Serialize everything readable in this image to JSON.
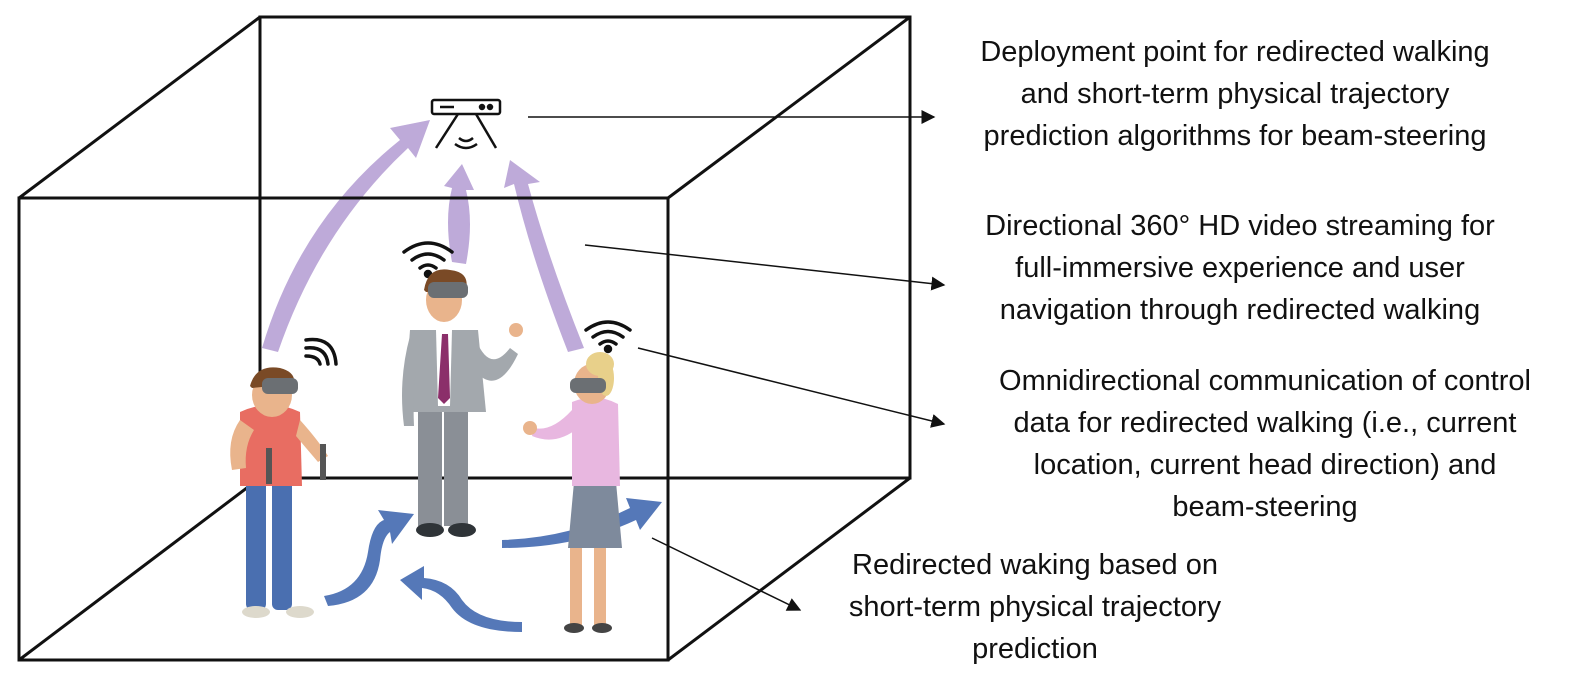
{
  "labels": {
    "deployment": [
      "Deployment point for redirected walking",
      "and short-term physical trajectory",
      "prediction algorithms for beam-steering"
    ],
    "streaming": [
      "Directional 360° HD video streaming for",
      "full-immersive experience and user",
      "navigation through redirected walking"
    ],
    "omnidirectional": [
      "Omnidirectional communication of control",
      "data for redirected walking (i.e., current",
      "location, current head direction) and",
      "beam-steering"
    ],
    "redirected": [
      "Redirected waking based on",
      "short-term physical trajectory",
      "prediction"
    ]
  },
  "colors": {
    "beam": "#b9a3d6",
    "floor_arrow": "#5578b8",
    "line": "#111111",
    "skin": "#e9b48c",
    "hair": "#7a4a26",
    "headset": "#6b6f73"
  },
  "icons": [
    "access-point-icon",
    "wifi-icon",
    "vr-headset-icon",
    "floor-arrow-icon",
    "beam-arrow-icon"
  ]
}
